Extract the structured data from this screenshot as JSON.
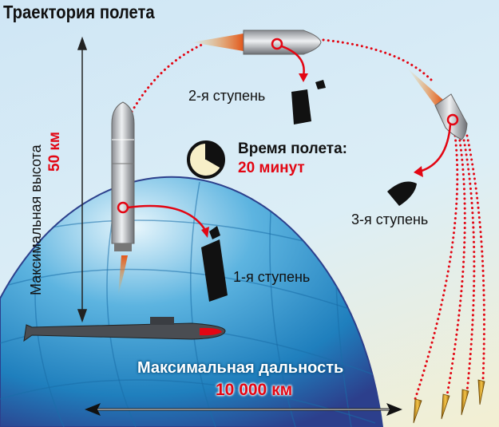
{
  "title": "Траектория полета",
  "altitude": {
    "label": "Максимальная высота",
    "value": "50 км"
  },
  "flight_time": {
    "label": "Время полета:",
    "value": "20 минут"
  },
  "stages": {
    "first": "1-я ступень",
    "second": "2-я ступень",
    "third": "3-я ступень"
  },
  "range": {
    "label": "Максимальная дальность",
    "value": "10 000 км"
  },
  "colors": {
    "accent": "#e30613",
    "globe": "#2a8fc8"
  }
}
